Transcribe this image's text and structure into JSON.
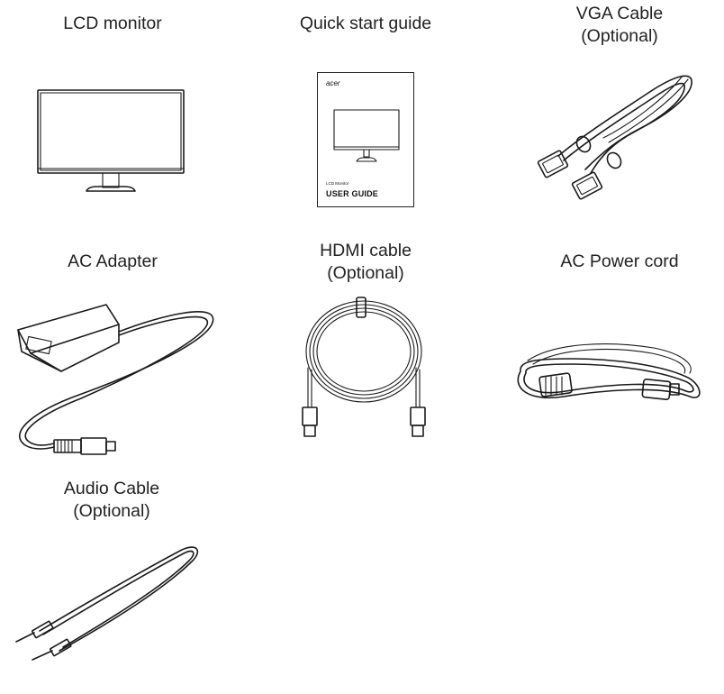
{
  "items": {
    "lcd_monitor": {
      "title": "LCD monitor"
    },
    "quick_start_guide": {
      "title": "Quick start guide",
      "cover_brand": "acer",
      "cover_model": "LCD Monitor",
      "cover_label": "USER GUIDE"
    },
    "vga_cable": {
      "line1": "VGA Cable",
      "line2": "(Optional)"
    },
    "ac_adapter": {
      "title": "AC Adapter"
    },
    "hdmi_cable": {
      "line1": "HDMI cable",
      "line2": "(Optional)"
    },
    "ac_power_cord": {
      "title": "AC Power cord"
    },
    "audio_cable": {
      "line1": "Audio Cable",
      "line2": "(Optional)"
    }
  }
}
